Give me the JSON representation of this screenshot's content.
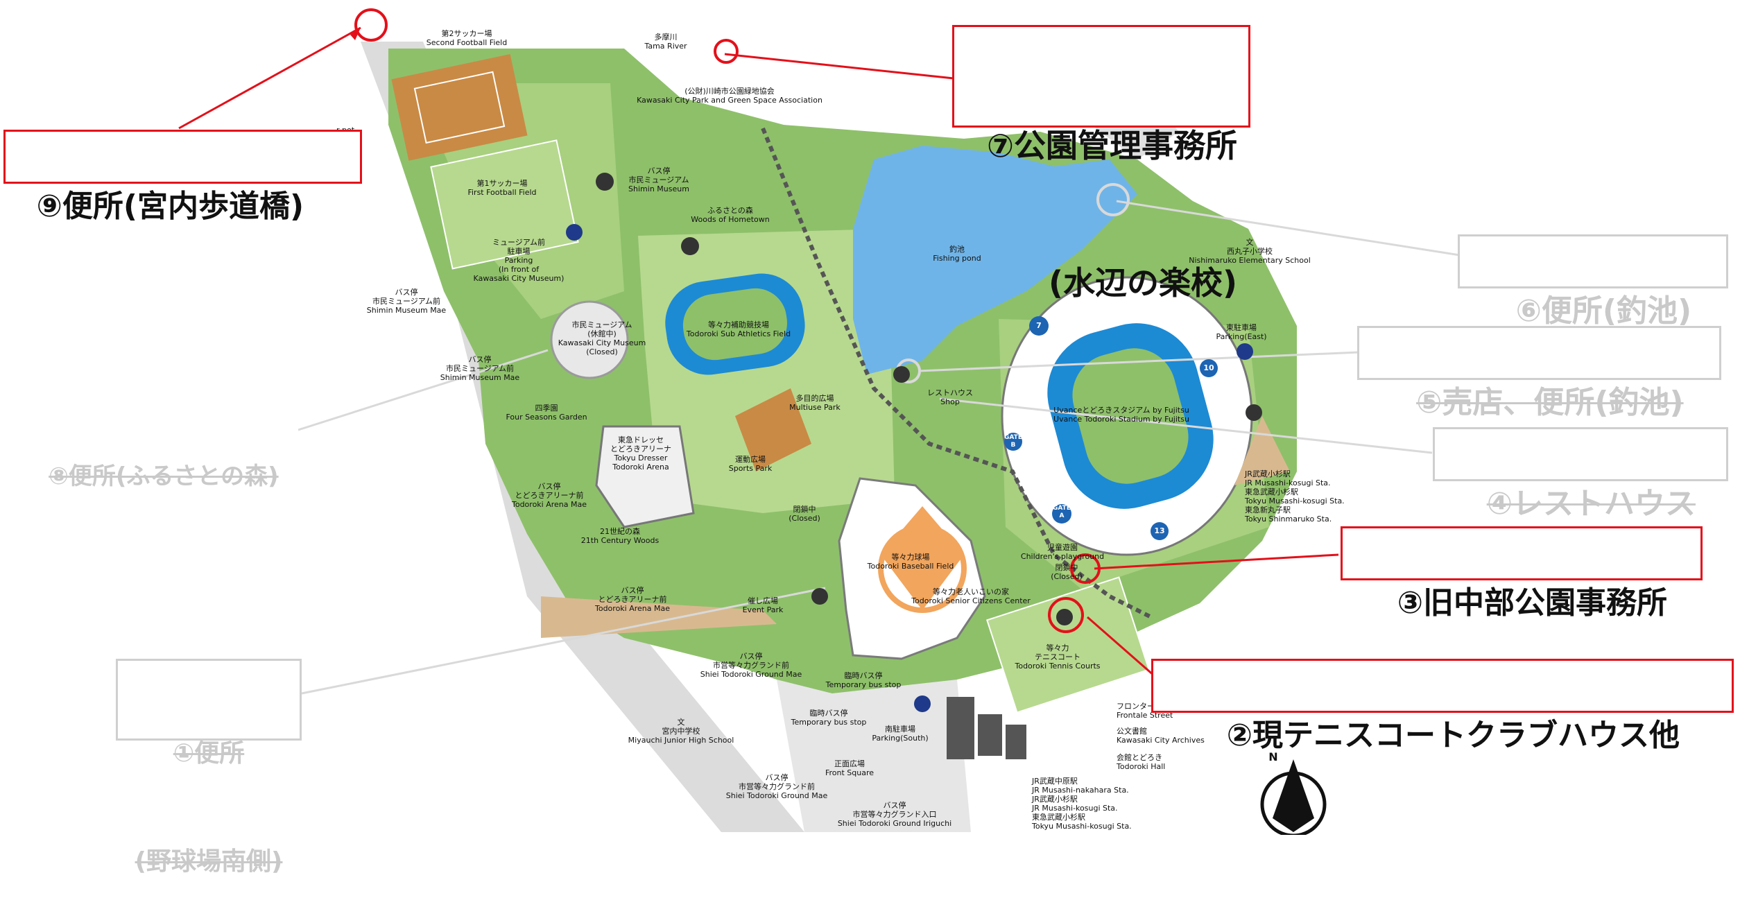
{
  "callouts": {
    "c9": "⑨便所(宮内歩道橋)",
    "c7_line1": "⑦公園管理事務所",
    "c7_line2": "(水辺の楽校)",
    "c6": "⑥便所(釣池)",
    "c5": "⑤売店、便所(釣池)",
    "c4": "④レストハウス",
    "c3": "③旧中部公園事務所",
    "c2": "②現テニスコートクラブハウス他",
    "c8": "⑧便所(ふるさとの森)",
    "c1_line1": "①便所",
    "c1_line2": "(野球場南側)"
  },
  "labels": {
    "second_field": "第2サッカー場\nSecond Football Field",
    "first_field": "第1サッカー場\nFirst Football Field",
    "tama_river": "多摩川\nTama River",
    "assoc": "(公財)川崎市公園緑地協会\nKawasaki City Park and Green Space Association",
    "bus_museum_top": "バス停\n市民ミュージアム\nShimin Museum",
    "woods_hometown": "ふるさとの森\nWoods of Hometown",
    "fishing_pond": "釣池\nFishing pond",
    "nishimaruko": "文\n西丸子小学校\nNishimaruko Elementary School",
    "parking_museum": "ミュージアム前\n駐車場\nParking\n(In front of\nKawasaki City Museum)",
    "bus_museum_mae": "バス停\n市民ミュージアム前\nShimin Museum Mae",
    "city_museum": "市民ミュージアム\n(休館中)\nKawasaki City Museum\n(Closed)",
    "sub_athletics": "等々力補助競技場\nTodoroki Sub Athletics Field",
    "bus_museum_mae2": "バス停\n市民ミュージアム前\nShimin Museum Mae",
    "rest_house": "レストハウス\nShop",
    "multiuse": "多目的広場\nMultiuse Park",
    "stadium": "Uvanceとどろきスタジアム by Fujitsu\nUvance Todoroki Stadium by Fujitsu",
    "parking_east": "東駐車場\nParking(East)",
    "four_seasons": "四季園\nFour Seasons Garden",
    "arena": "東急ドレッセ\nとどろきアリーナ\nTokyu Dresser\nTodoroki Arena",
    "sports_park": "運動広場\nSports Park",
    "bus_arena_mae": "バス停\nとどろきアリーナ前\nTodoroki Arena Mae",
    "closed_center": "閉鎖中\n(Closed)",
    "woods_21": "21世紀の森\n21th Century Woods",
    "jr_musashi": "JR武蔵小杉駅\nJR Musashi-kosugi Sta.\n東急武蔵小杉駅\nTokyu Musashi-kosugi Sta.\n東急新丸子駅\nTokyu Shinmaruko Sta.",
    "childrens": "児童遊園\nChildren's playground",
    "closed_right": "閉鎖中\n(Closed)",
    "baseball": "等々力球場\nTodoroki Baseball Field",
    "senior": "等々力老人いこいの家\nTodoroki Senior Citizens Center",
    "event_park": "催し広場\nEvent Park",
    "bus_arena_mae2": "バス停\nとどろきアリーナ前\nTodoroki Arena Mae",
    "tennis": "等々力\nテニスコート\nTodoroki Tennis Courts",
    "bus_ground_mae": "バス停\n市営等々力グランド前\nShiei Todoroki Ground Mae",
    "temp_bus": "臨時バス停\nTemporary bus stop",
    "temp_bus2": "臨時バス停\nTemporary bus stop",
    "parking_south": "南駐車場\nParking(South)",
    "frontale": "フロンターレロード\nFrontale Street",
    "archives": "公文書館\nKawasaki City Archives",
    "miyauchi": "文\n宮内中学校\nMiyauchi Junior High School",
    "front_square": "正面広場\nFront Square",
    "todoroki_hall": "会館とどろき\nTodoroki Hall",
    "bus_ground_mae2": "バス停\n市営等々力グランド前\nShiei Todoroki Ground Mae",
    "bus_ground_iriguchi": "バス停\n市営等々力グランド入口\nShiei Todoroki Ground Iriguchi",
    "jr_bottom": "JR武蔵中原駅\nJR Musashi-nakahara Sta.\nJR武蔵小杉駅\nJR Musashi-kosugi Sta.\n東急武蔵小杉駅\nTokyu Musashi-kosugi Sta.",
    "pet": "r pet",
    "gate_a": "GATE\nA",
    "gate_b": "GATE\nB",
    "gate_7": "7",
    "gate_10": "10",
    "gate_13": "13",
    "north": "N"
  },
  "icons": [
    "toilet-icon",
    "bus-stop-icon",
    "parking-icon",
    "aed-icon",
    "wheelchair-icon",
    "info-icon",
    "north-arrow-icon",
    "school-icon"
  ],
  "colors": {
    "callout_red": "#e3101a",
    "callout_grey": "#cfcfcf",
    "park_green": "#8ec06a",
    "light_green": "#b7d98f",
    "track_blue": "#1d8ad4",
    "pond_blue": "#6fb4e8",
    "field_brown": "#c98a45"
  }
}
